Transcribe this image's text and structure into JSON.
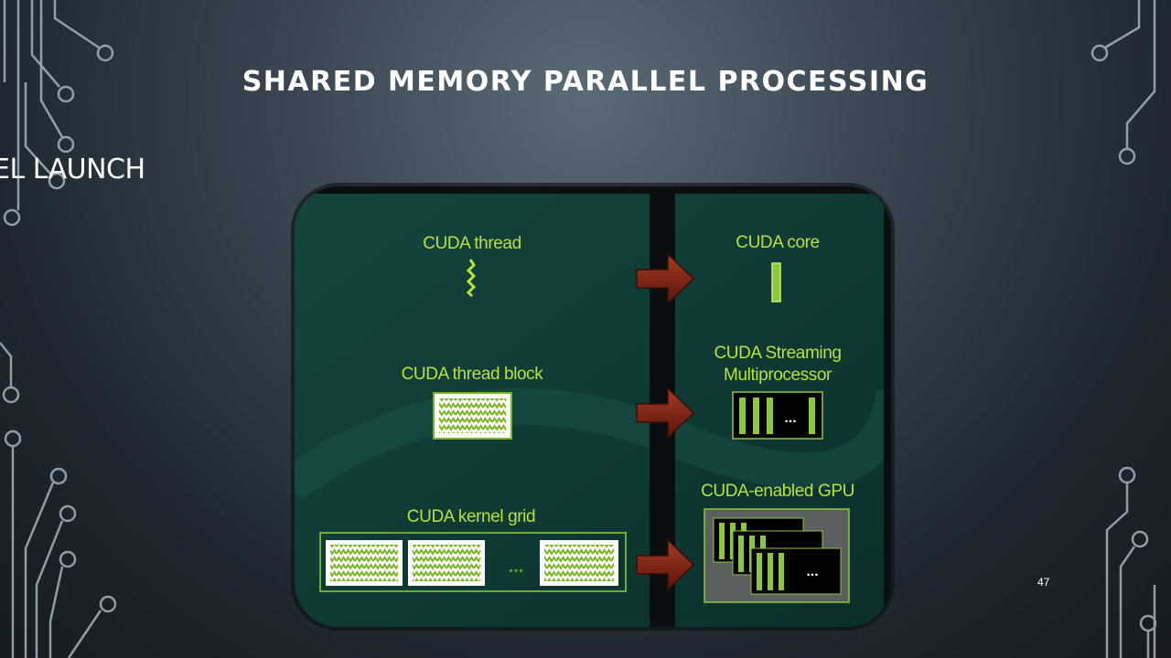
{
  "slide": {
    "title": "SHARED MEMORY PARALLEL PROCESSING",
    "side_title": "EL LAUNCH",
    "slide_number": "47"
  },
  "diagram": {
    "left": {
      "thread": "CUDA thread",
      "block": "CUDA thread block",
      "grid": "CUDA kernel grid"
    },
    "right": {
      "core": "CUDA core",
      "sm_line1": "CUDA Streaming",
      "sm_line2": "Multiprocessor",
      "gpu": "CUDA-enabled GPU"
    },
    "ellipsis": "...",
    "colors": {
      "accent": "#b8e23c",
      "panel": "#0f3a34",
      "arrow": "#7a1f12",
      "divider": "#0c0f10"
    }
  }
}
